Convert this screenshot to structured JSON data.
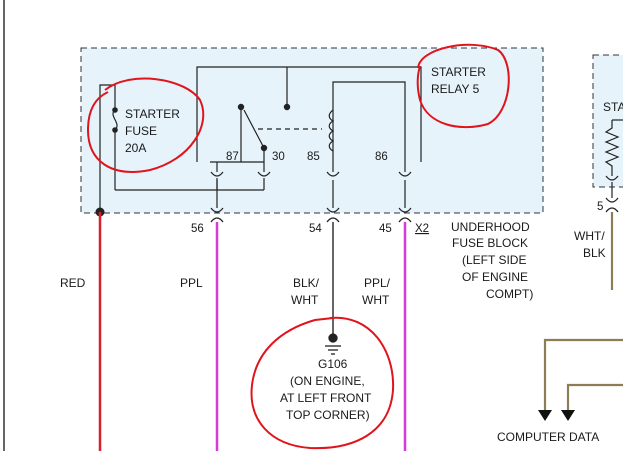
{
  "fuse_block": {
    "fuse_label": [
      "STARTER",
      "FUSE",
      "20A"
    ],
    "relay_label": [
      "STARTER",
      "RELAY 5"
    ],
    "pins": {
      "p87": "87",
      "p30": "30",
      "p85": "85",
      "p86": "86"
    },
    "caption": [
      "UNDERHOOD",
      "FUSE BLOCK",
      "(LEFT SIDE",
      "OF ENGINE",
      "COMPT)"
    ]
  },
  "connector": {
    "pins": {
      "c56": "56",
      "c54": "54",
      "c45": "45"
    },
    "name": "X2"
  },
  "wires": {
    "red": {
      "label": "RED",
      "color": "#d8202a"
    },
    "ppl_left": {
      "label": "PPL",
      "color": "#d83ad8"
    },
    "blk_wht": {
      "label": [
        "BLK/",
        "WHT"
      ],
      "color": "#555555"
    },
    "ppl_wht": {
      "label": [
        "PPL/",
        "WHT"
      ],
      "color": "#d83ad8"
    }
  },
  "ground": {
    "label": [
      "G106",
      "(ON ENGINE,",
      "AT LEFT FRONT",
      "TOP CORNER)"
    ]
  },
  "right_partial": {
    "relay_label": "STA",
    "pin": "5",
    "wire_label": [
      "WHT/",
      "BLK"
    ],
    "wire_color": "#8b7d55"
  },
  "computer_data_label": "COMPUTER DATA",
  "colors": {
    "block_fill": "#e6f3fb",
    "annotation_red": "#e0141c",
    "data_wire": "#8b7d55"
  }
}
